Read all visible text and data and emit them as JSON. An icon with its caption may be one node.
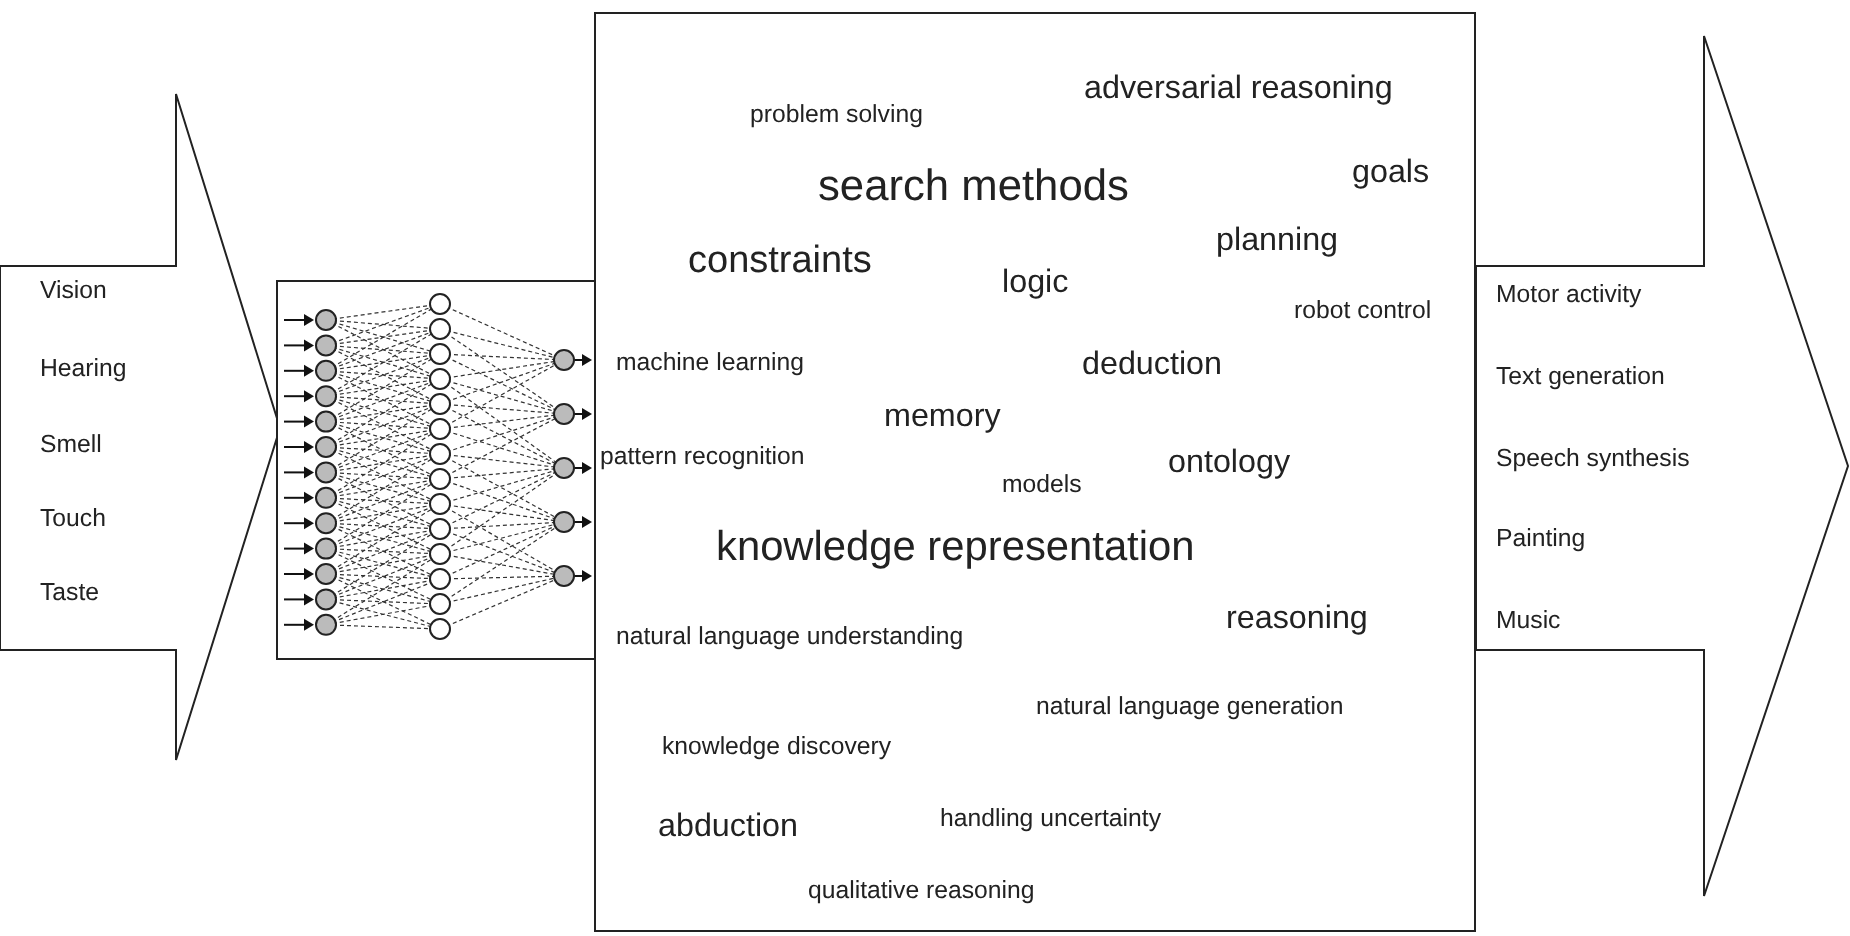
{
  "diagram": {
    "nodes": [
      {
        "text": [
          "Vision",
          "Hearing",
          "Smell",
          "Touch",
          "Taste"
        ]
      },
      {
        "text": [],
        "shape": "picture"
      },
      {
        "text": [
          "problem solving",
          "adversarial reasoning",
          "search methods",
          "goals",
          "constraints",
          "planning",
          "logic",
          "robot control",
          "machine learning",
          "deduction",
          "memory",
          "pattern recognition",
          "ontology",
          "models",
          "knowledge representation",
          "reasoning",
          "natural language understanding",
          "natural language generation",
          "knowledge discovery",
          "abduction",
          "handling uncertainty",
          "qualitative reasoning"
        ]
      },
      {
        "text": [
          "Motor activity",
          "Text generation",
          "Speech synthesis",
          "Painting",
          "Music"
        ]
      }
    ],
    "edges": []
  }
}
